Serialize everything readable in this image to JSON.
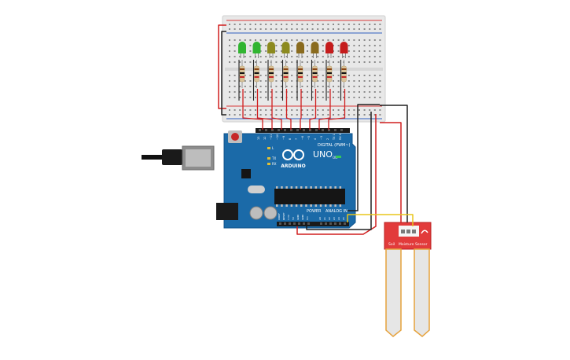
{
  "canvas": {
    "background": "#ffffff"
  },
  "arduino": {
    "brand": "ARDUINO",
    "model": "UNO",
    "label_digital": "DIGITAL (PWM~)",
    "label_power": "POWER",
    "label_analog": "ANALOG IN",
    "label_tx": "TX",
    "label_rx": "RX",
    "label_l": "L",
    "label_on": "ON",
    "board_color": "#1b6aa8",
    "digital_pin_labels": [
      "13",
      "12",
      "~11",
      "~10",
      "~9",
      "8",
      "7",
      "~6",
      "~5",
      "4",
      "~3",
      "2",
      "TX 1",
      "RX 0"
    ],
    "power_pin_labels": [
      "IOREF",
      "RESET",
      "3.3V",
      "5V",
      "GND",
      "GND",
      "Vin"
    ],
    "analog_pin_labels": [
      "A0",
      "A1",
      "A2",
      "A3",
      "A4",
      "A5"
    ]
  },
  "breadboard": {
    "body_color": "#e8e8e8",
    "rail_red": "#d93a3a",
    "rail_blue": "#2f5fbf"
  },
  "leds": [
    {
      "color_name": "green",
      "hex": "#31b531"
    },
    {
      "color_name": "green",
      "hex": "#31b531"
    },
    {
      "color_name": "olive",
      "hex": "#8c8a1f"
    },
    {
      "color_name": "olive",
      "hex": "#8c8a1f"
    },
    {
      "color_name": "brown",
      "hex": "#8a6b1e"
    },
    {
      "color_name": "brown",
      "hex": "#8a6b1e"
    },
    {
      "color_name": "red",
      "hex": "#c51c1c"
    },
    {
      "color_name": "red",
      "hex": "#c51c1c"
    }
  ],
  "sensor": {
    "label_left": "Soil",
    "label_mid": "Moisture",
    "label_right": "Sensor",
    "board_color": "#e23b3b"
  },
  "wires": {
    "red": "#d01f1f",
    "black": "#202020",
    "yellow": "#e8c51b"
  }
}
